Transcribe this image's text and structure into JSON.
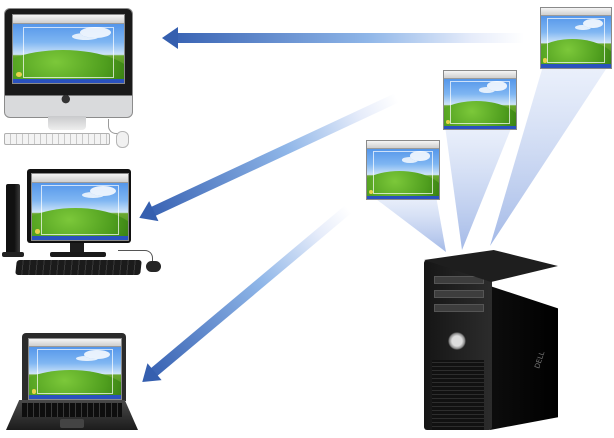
{
  "diagram": {
    "colors": {
      "arrow_dark": "#355faf",
      "arrow_light": "#e6ecfa",
      "beam": "#c9d6f2"
    },
    "icons": {
      "server": "tower-server-icon",
      "clients": [
        "imac-icon",
        "desktop-pc-icon",
        "laptop-icon"
      ],
      "virtual_desktops": [
        "virtual-desktop-screen-1",
        "virtual-desktop-screen-2",
        "virtual-desktop-screen-3"
      ]
    },
    "brand_logos": {
      "imac": "",
      "server": "DELL"
    }
  }
}
